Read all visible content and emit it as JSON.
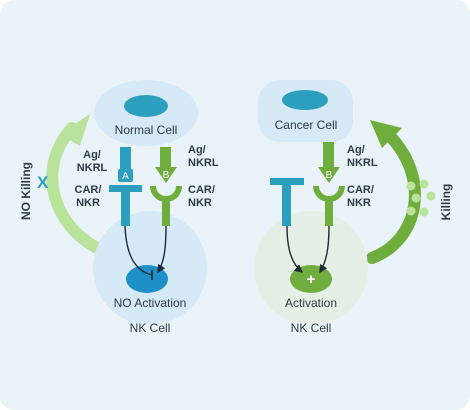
{
  "left_panel": {
    "target_cell": "Normal Cell",
    "receptor_a_badge": "A",
    "receptor_b_badge": "B",
    "ligand_label_a": [
      "Ag/",
      "NKRL"
    ],
    "ligand_label_b": [
      "Ag/",
      "NKRL"
    ],
    "receptor_label_a": [
      "CAR/",
      "NKR"
    ],
    "receptor_label_b": [
      "CAR/",
      "NKR"
    ],
    "outcome": "NO Activation",
    "effector_cell": "NK Cell",
    "side_label": "NO Killing",
    "side_mark": "X"
  },
  "right_panel": {
    "target_cell": "Cancer Cell",
    "receptor_b_badge": "B",
    "ligand_label": [
      "Ag/",
      "NKRL"
    ],
    "receptor_label": [
      "CAR/",
      "NKR"
    ],
    "outcome": "Activation",
    "effector_cell": "NK Cell",
    "side_label": "Killing"
  },
  "colors": {
    "background": "#eaf3f8",
    "teal": "#2d9fbe",
    "green": "#6fae3d",
    "light_green": "#b9e39a",
    "nk_blue": "#d5e9f6",
    "nk_gray": "#e6efe6",
    "nucleus_blue": "#1e90c8",
    "nucleus_green": "#70ad3f"
  }
}
